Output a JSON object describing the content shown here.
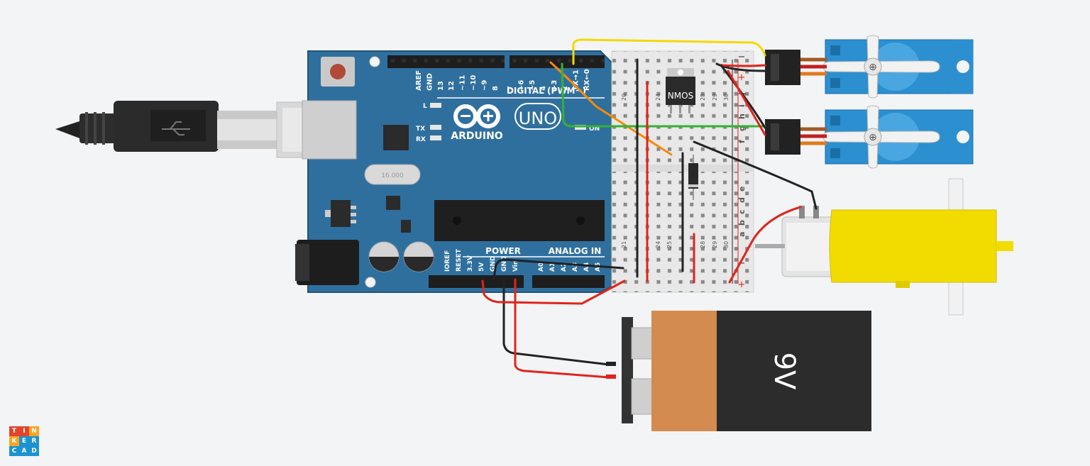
{
  "app": {
    "logo_letters": [
      "T",
      "I",
      "N",
      "K",
      "E",
      "R",
      "C",
      "A",
      "D"
    ],
    "logo_colors": [
      "#e2452c",
      "#e2452c",
      "#f6a623",
      "#f6a623",
      "#1c93d1",
      "#1c93d1",
      "#1c93d1",
      "#1c93d1",
      "#1c93d1"
    ]
  },
  "arduino": {
    "brand": "ARDUINO",
    "model": "UNO",
    "digital_label": "DIGITAL (PWM~)",
    "power_label": "POWER",
    "analog_label": "ANALOG IN",
    "crystal_label": "16.000",
    "led_l": "L",
    "led_tx": "TX",
    "led_rx": "RX",
    "led_on": "ON",
    "digital_pins": [
      "AREF",
      "GND",
      "13",
      "12",
      "~11",
      "~10",
      "~9",
      "8",
      "7",
      "~6",
      "~5",
      "4",
      "~3",
      "2",
      "TX→1",
      "RX←0"
    ],
    "power_pins": [
      "IOREF",
      "RESET",
      "3.3V",
      "5V",
      "GND",
      "GND",
      "Vin"
    ],
    "analog_pins": [
      "A0",
      "A1",
      "A2",
      "A3",
      "A4",
      "A5"
    ]
  },
  "breadboard": {
    "row_letters_top": [
      "j",
      "i",
      "h",
      "g",
      "f"
    ],
    "row_letters_bottom": [
      "e",
      "d",
      "c",
      "b",
      "a"
    ],
    "col_numbers_top": [
      "20",
      "24",
      "28",
      "29",
      "30"
    ],
    "col_numbers_bottom": [
      "21",
      "24",
      "25",
      "28",
      "29",
      "30"
    ],
    "rail_plus": "+",
    "rail_minus": "−"
  },
  "components": {
    "mosfet_label": "NMOS",
    "battery_label": "9V",
    "servo_count": 2
  },
  "colors": {
    "arduino_blue": "#2f6f9e",
    "wire_red": "#e0241c",
    "wire_black": "#222222",
    "wire_yellow": "#f5d800",
    "wire_orange": "#f58a0b",
    "wire_green": "#33b233",
    "servo_blue": "#2b8fd0",
    "motor_yellow": "#f2dc00",
    "battery_copper": "#d38b4f",
    "battery_dark": "#2c2c2c"
  }
}
